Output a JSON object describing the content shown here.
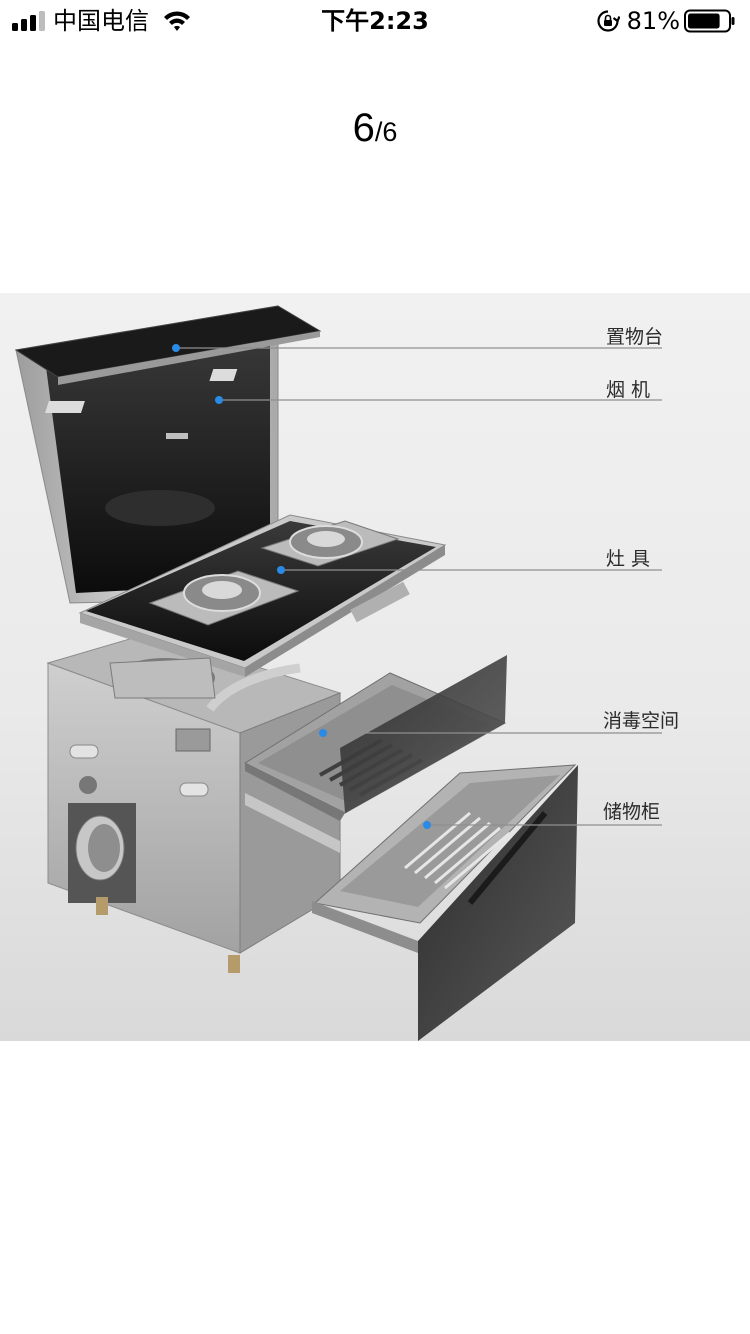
{
  "status_bar": {
    "carrier": "中国电信",
    "time": "下午2:23",
    "battery_percent": "81%",
    "battery_level": 0.81,
    "signal_bars_filled": 3,
    "signal_bars_total": 4,
    "icons": [
      "signal-icon",
      "wifi-icon",
      "orientation-lock-icon",
      "battery-icon"
    ]
  },
  "viewer": {
    "current_index": "6",
    "separator": "/",
    "total": "6"
  },
  "product_image": {
    "callouts": [
      {
        "label": "置物台"
      },
      {
        "label": "烟 机"
      },
      {
        "label": "灶 具"
      },
      {
        "label": "消毒空间"
      },
      {
        "label": "储物柜"
      }
    ],
    "colors": {
      "accent_dot": "#2a8ae8",
      "leader_line": "#8f8f8f",
      "label_text": "#2b2b2b",
      "glass_black": "#141414",
      "steel": "#c4c4c4"
    }
  }
}
